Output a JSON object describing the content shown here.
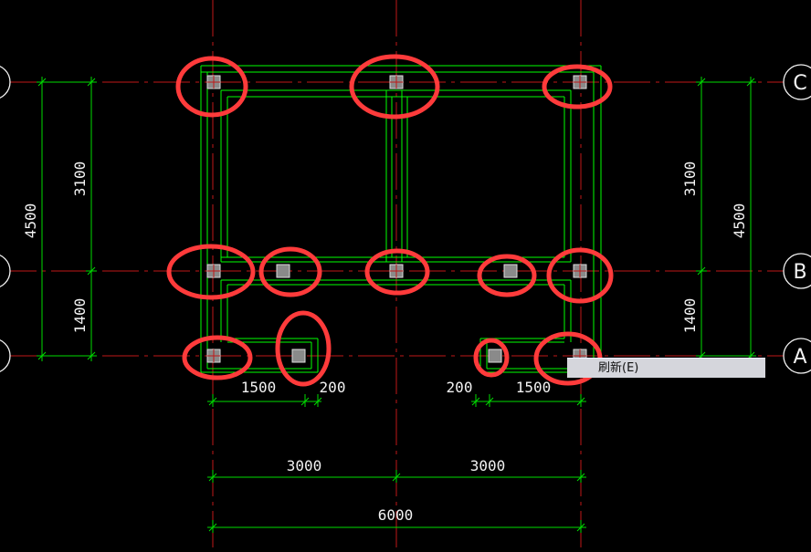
{
  "axes": {
    "rows": [
      "C",
      "B",
      "A"
    ]
  },
  "dimensions": {
    "left_total": "4500",
    "left_upper": "3100",
    "left_lower": "1400",
    "right_total": "4500",
    "right_upper": "3100",
    "right_lower": "1400",
    "bottom_left_span": "1500",
    "bottom_left_offset": "200",
    "bottom_right_offset": "200",
    "bottom_right_span": "1500",
    "bay_left": "3000",
    "bay_right": "3000",
    "overall": "6000"
  },
  "context_menu": {
    "item_label": "刷新(E)"
  },
  "colors": {
    "background": "#000000",
    "beam": "#00ff00",
    "dimension": "#00dd00",
    "axis": "#c01818",
    "column": "#8a8a8a",
    "highlight": "#ff3b3b"
  }
}
